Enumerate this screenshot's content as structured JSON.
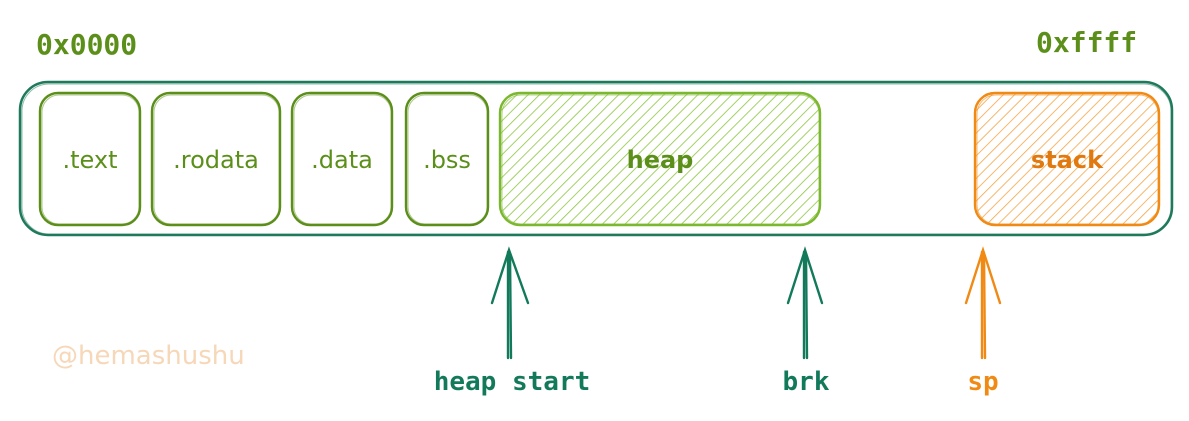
{
  "addresses": {
    "low": "0x0000",
    "high": "0xffff"
  },
  "segments": {
    "text": ".text",
    "rodata": ".rodata",
    "data": ".data",
    "bss": ".bss",
    "heap": "heap",
    "stack": "stack"
  },
  "pointers": {
    "heap_start": "heap start",
    "brk": "brk",
    "sp": "sp"
  },
  "watermark": "@hemashushu",
  "colors": {
    "outline": "#1e7a5a",
    "segment": "#5b8f1a",
    "heap": "#7cb82f",
    "stack": "#f08a14",
    "pointer_green": "#127a5a",
    "pointer_orange": "#f08a14",
    "watermark": "#f6d7b8"
  }
}
